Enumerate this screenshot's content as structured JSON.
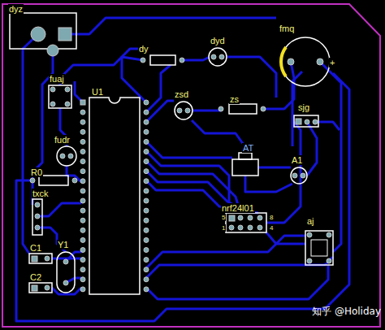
{
  "diagram": {
    "labels": [
      "dyz",
      "fuaj",
      "fudr",
      "R0",
      "txck",
      "C1",
      "C2",
      "Y1",
      "U1",
      "dy",
      "dyd",
      "zsd",
      "zs",
      "fmq",
      "sjg",
      "A1",
      "aj",
      "nrf24l01",
      "5",
      "1",
      "8",
      "4",
      "AT",
      "+",
      "知乎 @Holiday"
    ]
  }
}
